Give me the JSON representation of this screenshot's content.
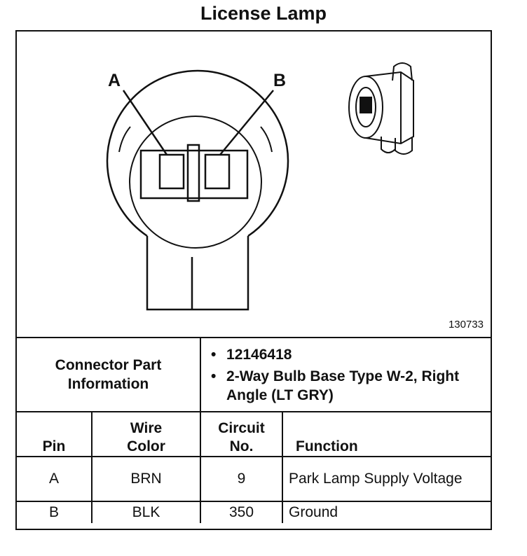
{
  "title": "License Lamp",
  "figure": {
    "label_a": "A",
    "label_b": "B",
    "figure_number": "130733"
  },
  "connector": {
    "header": "Connector Part Information",
    "bullets": [
      "12146418",
      "2-Way Bulb Base Type W-2, Right Angle (LT GRY)"
    ]
  },
  "pin_table": {
    "columns": [
      "Pin",
      "Wire Color",
      "Circuit No.",
      "Function"
    ],
    "rows": [
      {
        "pin": "A",
        "wire_color": "BRN",
        "circuit": "9",
        "function": "Park Lamp Supply Voltage"
      },
      {
        "pin": "B",
        "wire_color": "BLK",
        "circuit": "350",
        "function": "Ground"
      }
    ]
  }
}
